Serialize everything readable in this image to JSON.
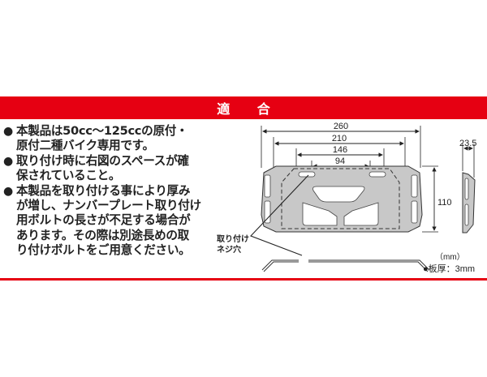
{
  "banner": {
    "title": "適 合",
    "color": "#e60012"
  },
  "notes": [
    {
      "bullet": "●",
      "lines": [
        "本製品は50cc～125ccの原付・",
        "原付二種バイク専用です。"
      ]
    },
    {
      "bullet": "●",
      "lines": [
        "取り付け時に右図のスペースが確",
        "保されていること。"
      ]
    },
    {
      "bullet": "●",
      "lines": [
        "本製品を取り付ける事により厚み",
        "が増し、ナンバープレート取り付け",
        "用ボルトの長さが不足する場合が",
        "あります。その際は別途長めの取",
        "り付けボルトをご用意ください。"
      ]
    }
  ],
  "diagram": {
    "dimensions": {
      "width_total": "260",
      "width_inner": "210",
      "width_mid": "146",
      "width_holes": "94",
      "height": "110",
      "depth": "23.5"
    },
    "callout": {
      "line1": "取り付け",
      "line2": "ネジ穴"
    },
    "unit_label": "（mm）",
    "thickness_label": "●板厚：3mm",
    "plate_fill": "#c8c8c8",
    "line_color": "#222222"
  }
}
